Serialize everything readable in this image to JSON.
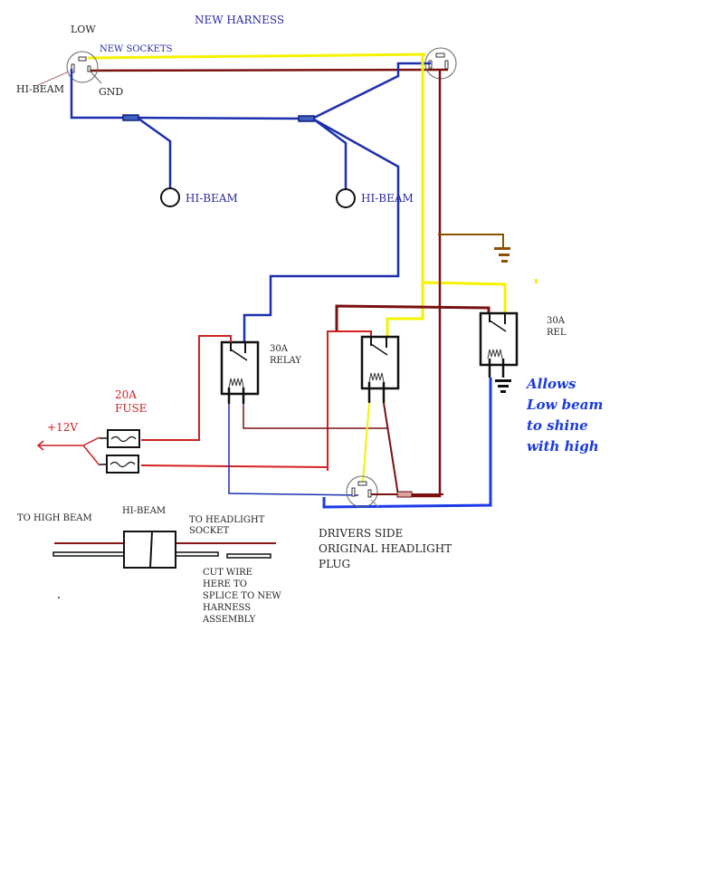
{
  "title": "NEW HARNESS",
  "colors": {
    "yellow": "#f5f200",
    "dark_red": "#7a1010",
    "red": "#d42020",
    "blue": "#1c2fb0",
    "bright_blue": "#1a3ae8",
    "brown": "#8a5200",
    "black": "#111111"
  },
  "sockets": {
    "low_label": "LOW",
    "new_sockets_label": "NEW SOCKETS",
    "hi_beam_label": "HI-BEAM",
    "gnd_label": "GND"
  },
  "bulbs": [
    {
      "label": "HI-BEAM"
    },
    {
      "label": "HI-BEAM"
    }
  ],
  "relays": [
    {
      "label_line1": "30A",
      "label_line2": "RELAY"
    },
    {
      "label_line1": "",
      "label_line2": ""
    },
    {
      "label_line1": "30A",
      "label_line2": "REL"
    }
  ],
  "fuse": {
    "label_line1": "20A",
    "label_line2": "FUSE",
    "power_label": "+12V"
  },
  "note": {
    "line1": "Allows",
    "line2": "Low beam",
    "line3": "to shine",
    "line4": "with high"
  },
  "plug": {
    "line1": "DRIVERS SIDE",
    "line2": "ORIGINAL HEADLIGHT",
    "line3": "PLUG"
  },
  "splice_detail": {
    "left_label": "TO HIGH BEAM",
    "center_label": "HI-BEAM",
    "right_label_line1": "TO HEADLIGHT",
    "right_label_line2": "SOCKET",
    "cut_line1": "CUT WIRE",
    "cut_line2": "HERE TO",
    "cut_line3": "SPLICE TO NEW",
    "cut_line4": "HARNESS",
    "cut_line5": "ASSEMBLY"
  }
}
